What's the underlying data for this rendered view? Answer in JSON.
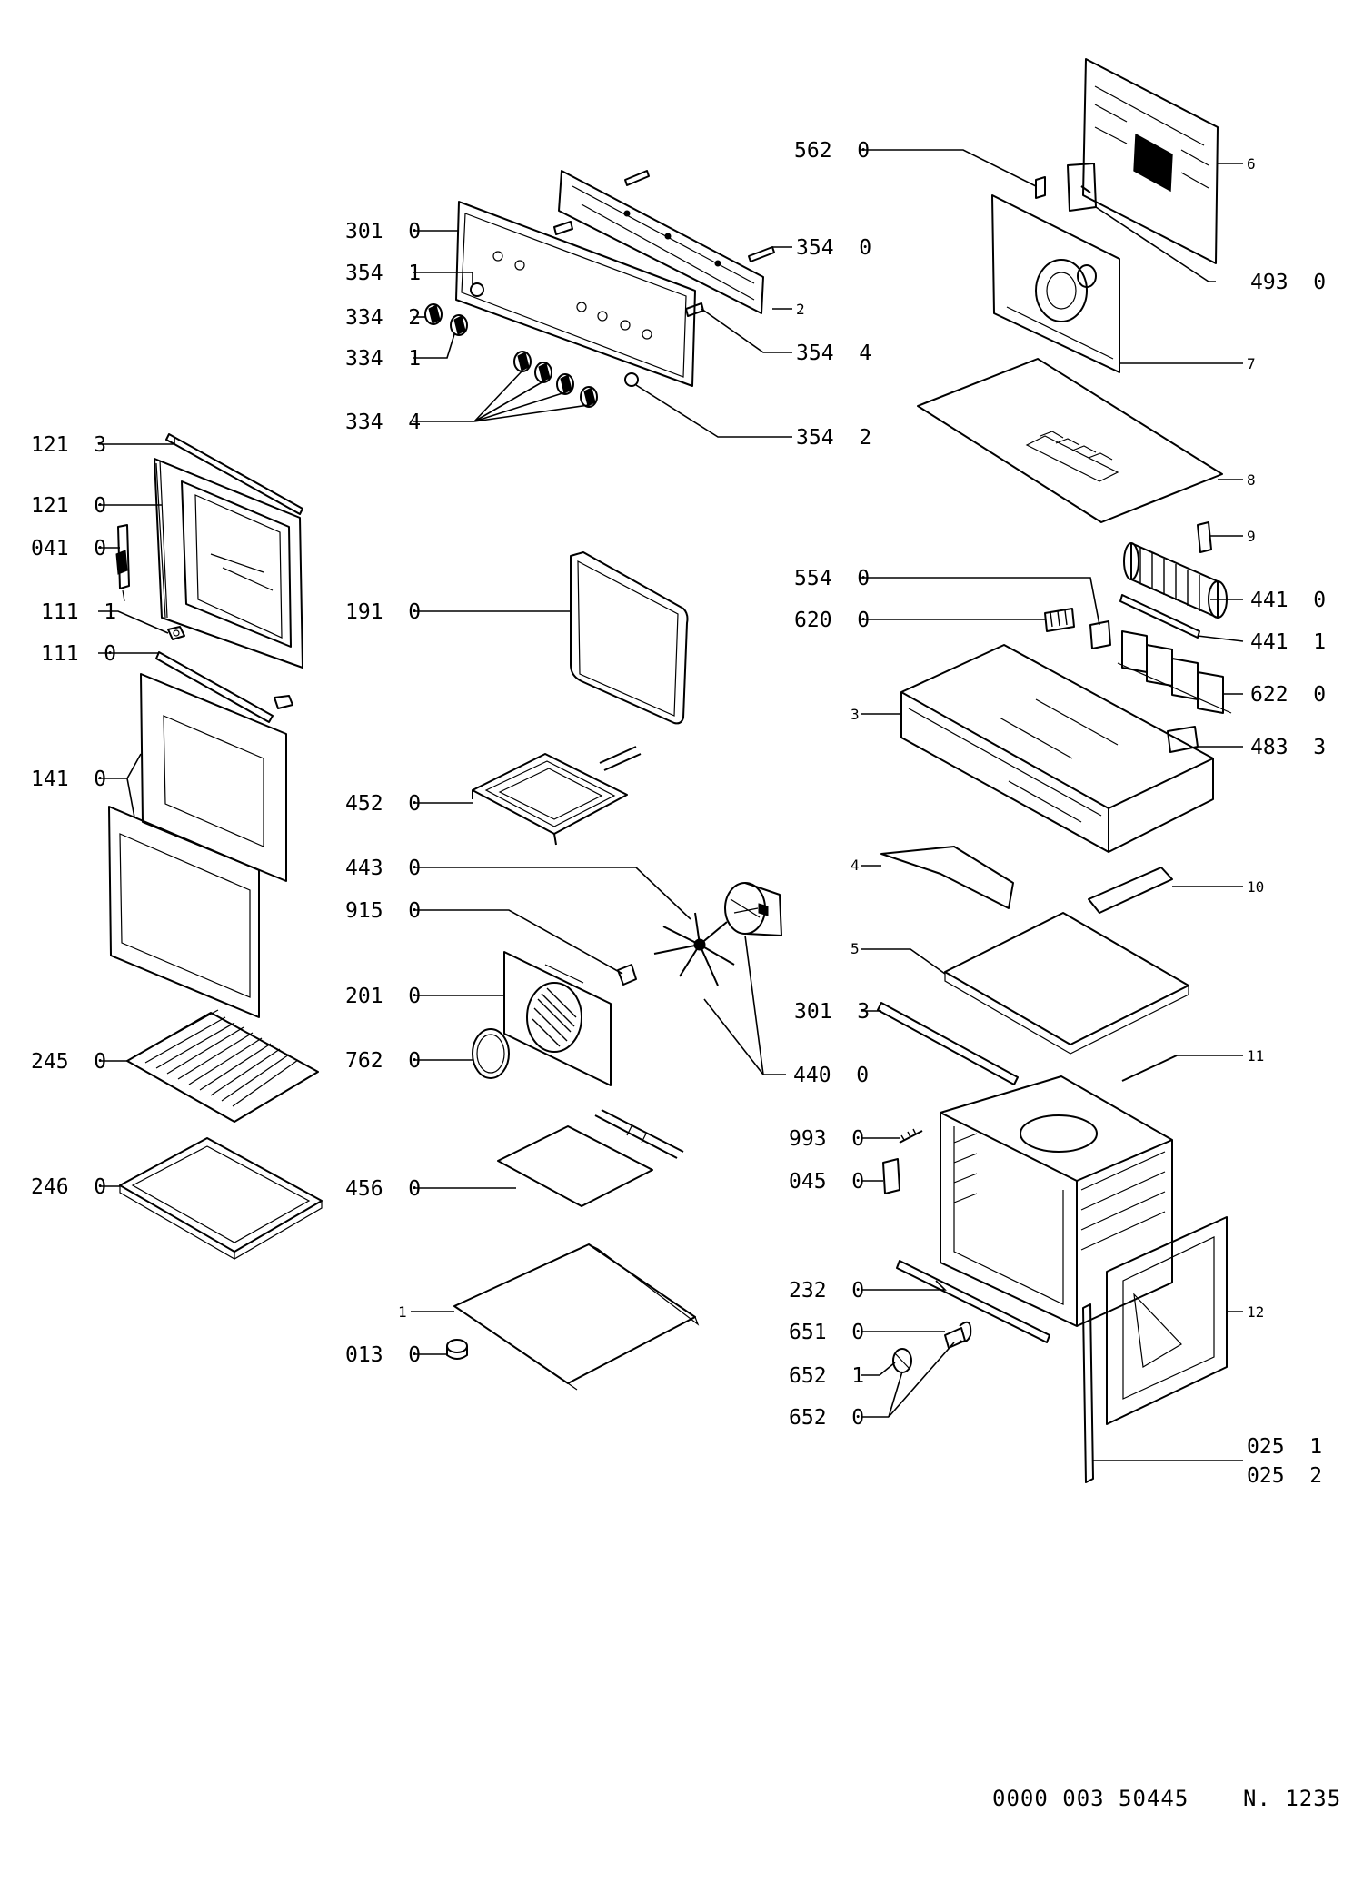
{
  "callouts": [
    {
      "id": "121-3",
      "text": "121  3"
    },
    {
      "id": "121-0",
      "text": "121  0"
    },
    {
      "id": "041-0",
      "text": "041  0"
    },
    {
      "id": "111-1",
      "text": "111  1"
    },
    {
      "id": "111-0",
      "text": "111  0"
    },
    {
      "id": "141-0",
      "text": "141  0"
    },
    {
      "id": "245-0",
      "text": "245  0"
    },
    {
      "id": "246-0",
      "text": "246  0"
    },
    {
      "id": "301-0",
      "text": "301  0"
    },
    {
      "id": "354-1",
      "text": "354  1"
    },
    {
      "id": "334-2",
      "text": "334  2"
    },
    {
      "id": "334-1",
      "text": "334  1"
    },
    {
      "id": "334-4",
      "text": "334  4"
    },
    {
      "id": "354-0",
      "text": "354  0"
    },
    {
      "id": "354-4",
      "text": "354  4"
    },
    {
      "id": "354-2",
      "text": "354  2"
    },
    {
      "id": "191-0",
      "text": "191  0"
    },
    {
      "id": "452-0",
      "text": "452  0"
    },
    {
      "id": "443-0",
      "text": "443  0"
    },
    {
      "id": "915-0",
      "text": "915  0"
    },
    {
      "id": "201-0",
      "text": "201  0"
    },
    {
      "id": "762-0",
      "text": "762  0"
    },
    {
      "id": "440-0",
      "text": "440  0"
    },
    {
      "id": "456-0",
      "text": "456  0"
    },
    {
      "id": "013-0",
      "text": "013  0"
    },
    {
      "id": "562-0",
      "text": "562  0"
    },
    {
      "id": "493-0",
      "text": "493  0"
    },
    {
      "id": "554-0",
      "text": "554  0"
    },
    {
      "id": "620-0",
      "text": "620  0"
    },
    {
      "id": "441-0",
      "text": "441  0"
    },
    {
      "id": "441-1",
      "text": "441  1"
    },
    {
      "id": "622-0",
      "text": "622  0"
    },
    {
      "id": "483-3",
      "text": "483  3"
    },
    {
      "id": "301-3",
      "text": "301  3"
    },
    {
      "id": "993-0",
      "text": "993  0"
    },
    {
      "id": "045-0",
      "text": "045  0"
    },
    {
      "id": "232-0",
      "text": "232  0"
    },
    {
      "id": "651-0",
      "text": "651  0"
    },
    {
      "id": "652-1",
      "text": "652  1"
    },
    {
      "id": "652-0",
      "text": "652  0"
    },
    {
      "id": "025-1",
      "text": "025  1"
    },
    {
      "id": "025-2",
      "text": "025  2"
    }
  ],
  "position_numbers": [
    "1",
    "2",
    "3",
    "4",
    "5",
    "6",
    "7",
    "8",
    "9",
    "10",
    "11",
    "12"
  ],
  "footer": {
    "code": "0000 003 50445",
    "page": "N. 1235"
  }
}
